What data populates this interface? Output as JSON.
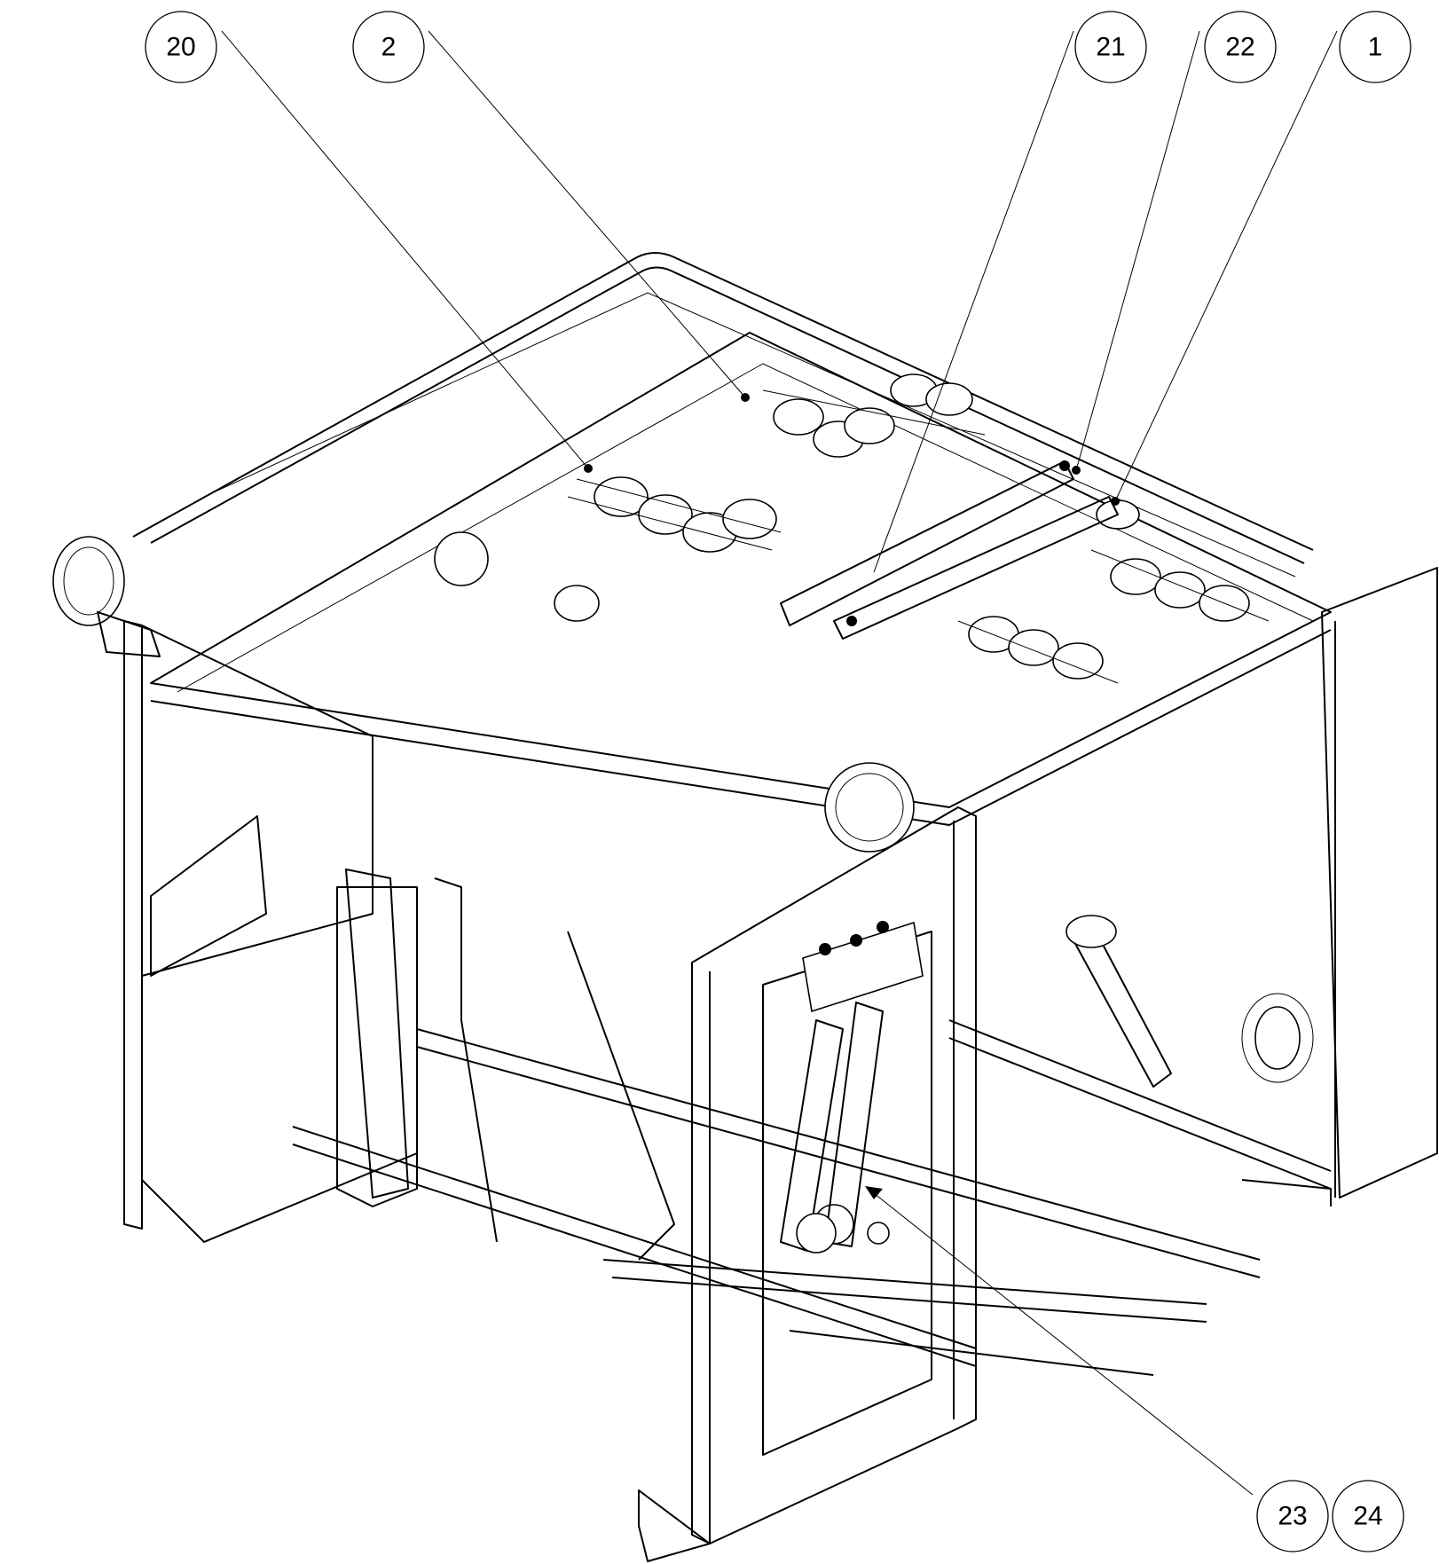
{
  "drawing": {
    "callouts": [
      {
        "id": "c20",
        "label": "20"
      },
      {
        "id": "c2",
        "label": "2"
      },
      {
        "id": "c21",
        "label": "21"
      },
      {
        "id": "c22",
        "label": "22"
      },
      {
        "id": "c1",
        "label": "1"
      },
      {
        "id": "c23",
        "label": "23"
      },
      {
        "id": "c24",
        "label": "24"
      }
    ]
  }
}
